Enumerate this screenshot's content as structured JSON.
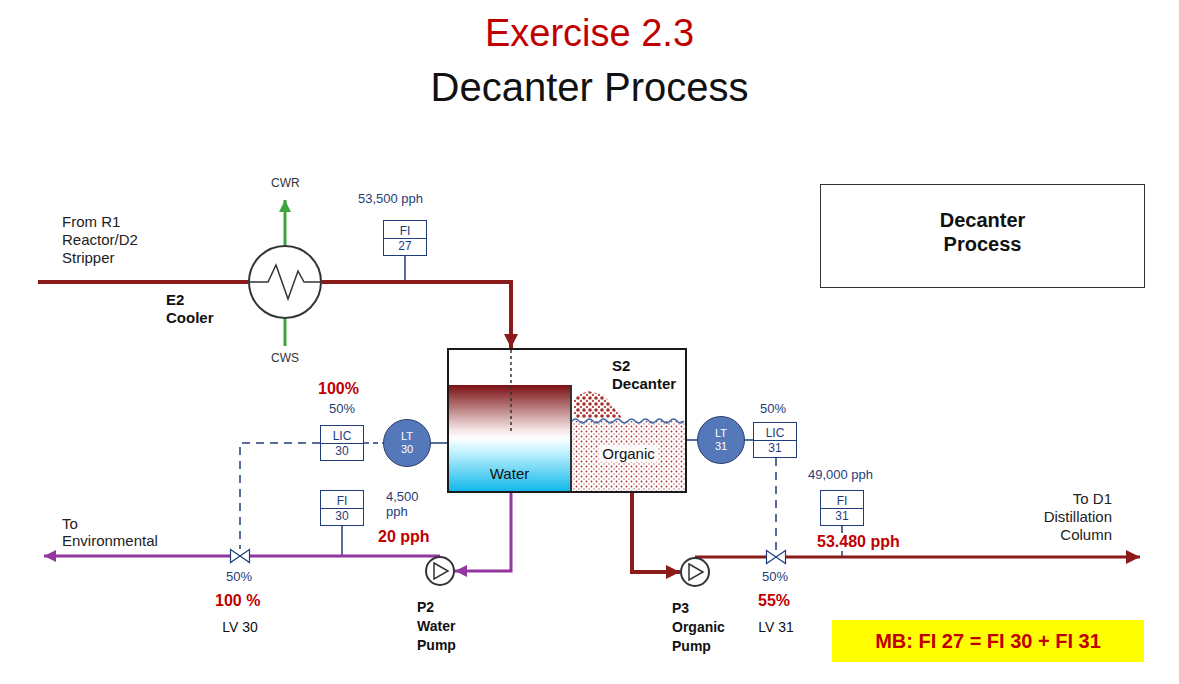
{
  "diagram": {
    "title": "Exercise 2.3",
    "nodes": [
      {
        "text": [
          "E2 Cooler"
        ]
      },
      {
        "text": [
          "FI",
          "27"
        ]
      },
      {
        "text": [
          "Decanter Process"
        ]
      },
      {
        "text": [
          "S2 Decanter"
        ]
      },
      {
        "text": [
          "Water"
        ],
        "in": 3
      },
      {
        "text": [
          "Organic"
        ],
        "in": 3
      },
      {
        "text": [
          "LIC",
          "30"
        ]
      },
      {
        "text": [
          "LT",
          "30"
        ]
      },
      {
        "text": [
          "LT",
          "31"
        ]
      },
      {
        "text": [
          "LIC",
          "31"
        ]
      },
      {
        "text": [
          "FI",
          "30"
        ]
      },
      {
        "text": [
          "FI",
          "31"
        ]
      },
      {
        "text": [
          "LV 30"
        ]
      },
      {
        "text": [
          "P2 Water Pump"
        ]
      },
      {
        "text": [
          "P3 Organic Pump"
        ]
      },
      {
        "text": [
          "LV 31"
        ]
      },
      {
        "text": [
          "MB: FI 27 = FI 30 + FI 31"
        ]
      }
    ],
    "edges": [
      {
        "from": 0,
        "to": 3,
        "arrow": "to"
      },
      {
        "from": 6,
        "to": 7,
        "arrow": "none"
      },
      {
        "from": 7,
        "to": 3,
        "arrow": "none"
      },
      {
        "from": 3,
        "to": 8,
        "arrow": "none"
      },
      {
        "from": 8,
        "to": 9,
        "arrow": "none"
      },
      {
        "from": 4,
        "to": 13,
        "arrow": "to"
      },
      {
        "from": 5,
        "to": 14,
        "arrow": "to"
      },
      {
        "from": 13,
        "to": 12,
        "arrow": "none"
      },
      {
        "from": 14,
        "to": 15,
        "arrow": "none"
      },
      {
        "from": 6,
        "to": 12,
        "arrow": "none"
      },
      {
        "from": 9,
        "to": 15,
        "arrow": "none"
      }
    ],
    "labels": [
      "Decanter Process",
      "CWR",
      "From R1 Reactor/D2 Stripper",
      "53,500 pph",
      "CWS",
      "100%",
      "50%",
      "50%",
      "49,000 pph",
      "4,500 pph",
      "To Environmental",
      "20 pph",
      "53.480 pph",
      "To D1 Distillation Column",
      "50%",
      "50%",
      "100 %",
      "55%"
    ]
  }
}
